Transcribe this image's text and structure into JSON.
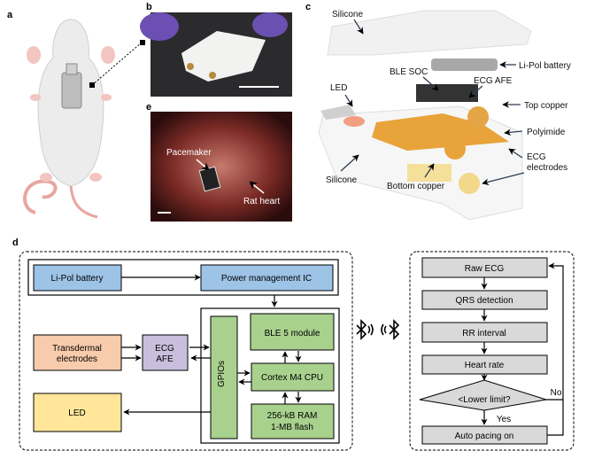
{
  "panels": {
    "a": "a",
    "b": "b",
    "c": "c",
    "d": "d",
    "e": "e"
  },
  "panel_e": {
    "pacemaker": "Pacemaker",
    "rat_heart": "Rat heart"
  },
  "panel_c": {
    "silicone_top": "Silicone",
    "battery": "Li-Pol battery",
    "ble_soc": "BLE SOC",
    "ecg_afe": "ECG AFE",
    "led": "LED",
    "top_copper": "Top copper",
    "polyimide": "Polyimide",
    "ecg_electrodes_1": "ECG",
    "ecg_electrodes_2": "electrodes",
    "silicone_bottom": "Silicone",
    "bottom_copper": "Bottom copper"
  },
  "panel_d": {
    "battery": "Li-Pol battery",
    "pmic": "Power management IC",
    "transdermal_1": "Transdermal",
    "transdermal_2": "electrodes",
    "afe_1": "ECG",
    "afe_2": "AFE",
    "led": "LED",
    "gpios": "GPIOs",
    "ble": "BLE 5 module",
    "cpu": "Cortex M4 CPU",
    "mem_1": "256-kB RAM",
    "mem_2": "1-MB flash",
    "colors": {
      "blue": "#9dc3e6",
      "orange": "#f8cbad",
      "purple": "#c9bfdc",
      "yellow": "#ffe699",
      "green": "#a9d18e",
      "grey": "#d9d9d9"
    }
  },
  "flowchart": {
    "steps": [
      "Raw ECG",
      "QRS detection",
      "RR interval",
      "Heart rate"
    ],
    "decision": "<Lower limit?",
    "no": "No",
    "yes": "Yes",
    "action": "Auto pacing on"
  },
  "icons": [
    "bluetooth-icon",
    "wireless-signal-icon"
  ]
}
